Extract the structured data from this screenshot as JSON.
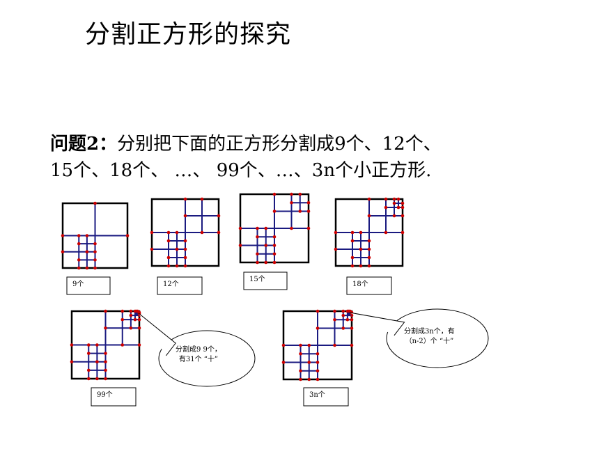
{
  "title": "分割正方形的探究",
  "problem": {
    "label": "问题2：",
    "line1": "分别把下面的正方形分割成9个、12个、",
    "line2": "15个、18个、 …、 99个、…、3n个小正方形."
  },
  "figures": [
    {
      "count": 9,
      "label": "9个"
    },
    {
      "count": 12,
      "label": "12个"
    },
    {
      "count": 15,
      "label": "15个"
    },
    {
      "count": 18,
      "label": "18个"
    },
    {
      "count": 99,
      "label": "99个"
    },
    {
      "count": "3n",
      "label": "3n个"
    }
  ],
  "callouts": [
    {
      "line1": "分割成9 9个，",
      "line2": "有31个 “十”"
    },
    {
      "line1": "分割成3n个，有",
      "line2": "（n-2）个 “十”"
    }
  ],
  "colors": {
    "outline": "#000000",
    "division": "#1a1a80",
    "dot": "#cc0000"
  }
}
